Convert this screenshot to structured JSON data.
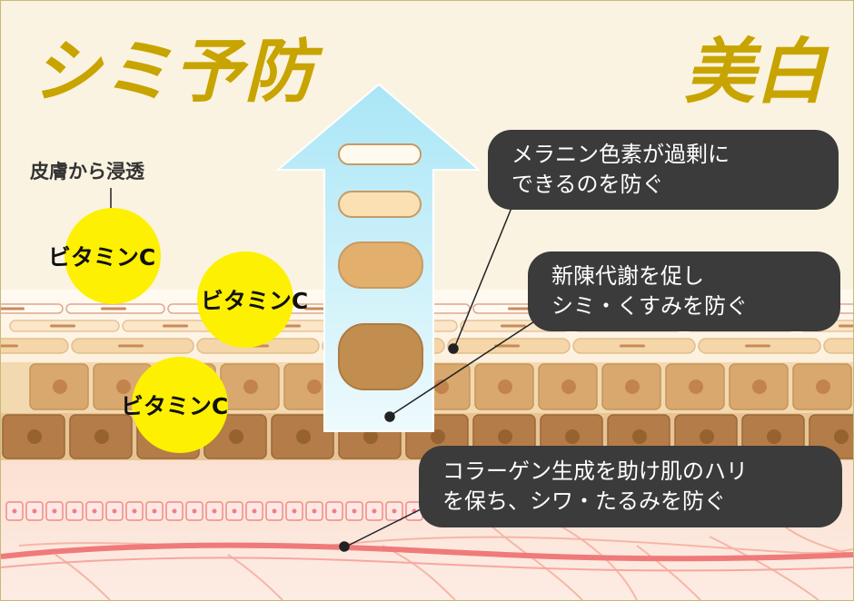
{
  "title_left": "シミ予防",
  "title_right": "美白",
  "permeate_label": "皮膚から浸透",
  "vitamins": [
    "ビタミンC",
    "ビタミンC",
    "ビタミンC"
  ],
  "callouts": [
    {
      "line1": "メラニン色素が過剰に",
      "line2": "できるのを防ぐ"
    },
    {
      "line1": "新陳代謝を促し",
      "line2": "シミ・くすみを防ぐ"
    },
    {
      "line1": "コラーゲン生成を助け肌のハリ",
      "line2": "を保ち、シワ・たるみを防ぐ"
    }
  ],
  "colors": {
    "title": "#c8a400",
    "vitamin": "#fdf000",
    "callout_bg": "#3b3b3b",
    "arrow_top": "#aee8f7",
    "arrow_bottom": "#e8f8fd",
    "cell_dark": "#b47c48",
    "cell_mid": "#d4a26c",
    "vessel": "#f07a7a"
  }
}
